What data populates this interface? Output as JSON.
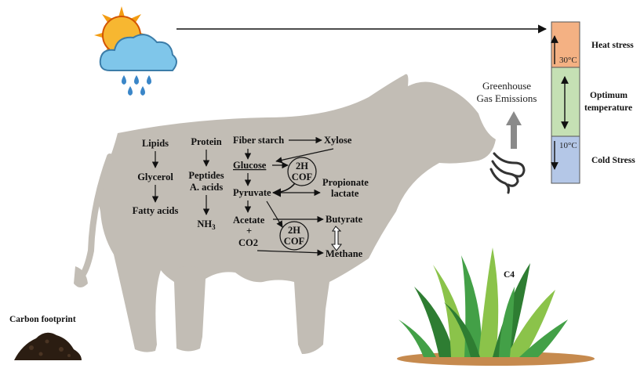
{
  "colors": {
    "cow": "#c2bdb5",
    "heat_zone": "#f4b183",
    "optimum_zone": "#c5e0b4",
    "cold_zone": "#b4c7e7",
    "grass_dark": "#2e7d32",
    "grass_light": "#8bc34a",
    "soil": "#c68a4e"
  },
  "icons": {
    "weather": "sun-cloud-rain-icon",
    "wind": "wind-gust-icon",
    "grass": "grass-tuft-icon",
    "soil": "soil-pile-icon"
  },
  "lipids": {
    "lipids": "Lipids",
    "glycerol": "Glycerol",
    "fatty_acids": "Fatty acids"
  },
  "protein": {
    "protein": "Protein",
    "peptides": "Peptides",
    "amino_acids": "A. acids",
    "nh3_main": "NH",
    "nh3_sub": "3"
  },
  "fiber": {
    "fiber_starch": "Fiber starch",
    "xylose": "Xylose",
    "glucose": "Glucose",
    "pyruvate": "Pyruvate",
    "propionate": "Propionate",
    "lactate": "lactate",
    "acetate": "Acetate",
    "plus": "+",
    "co2": "CO2",
    "butyrate": "Butyrate",
    "methane": "Methane",
    "cof_top_a": "2H",
    "cof_top_b": "COF",
    "cof_bottom_a": "2H",
    "cof_bottom_b": "COF"
  },
  "emissions": {
    "line1": "Greenhouse",
    "line2": "Gas Emissions"
  },
  "temperature": {
    "heat_label": "Heat stress",
    "optimum_line1": "Optimum",
    "optimum_line2": "temperature",
    "cold_label": "Cold Stress",
    "upper_threshold": "30°C",
    "lower_threshold": "10°C"
  },
  "carbon": {
    "label": "Carbon footprint"
  },
  "grass": {
    "label": "C4"
  }
}
